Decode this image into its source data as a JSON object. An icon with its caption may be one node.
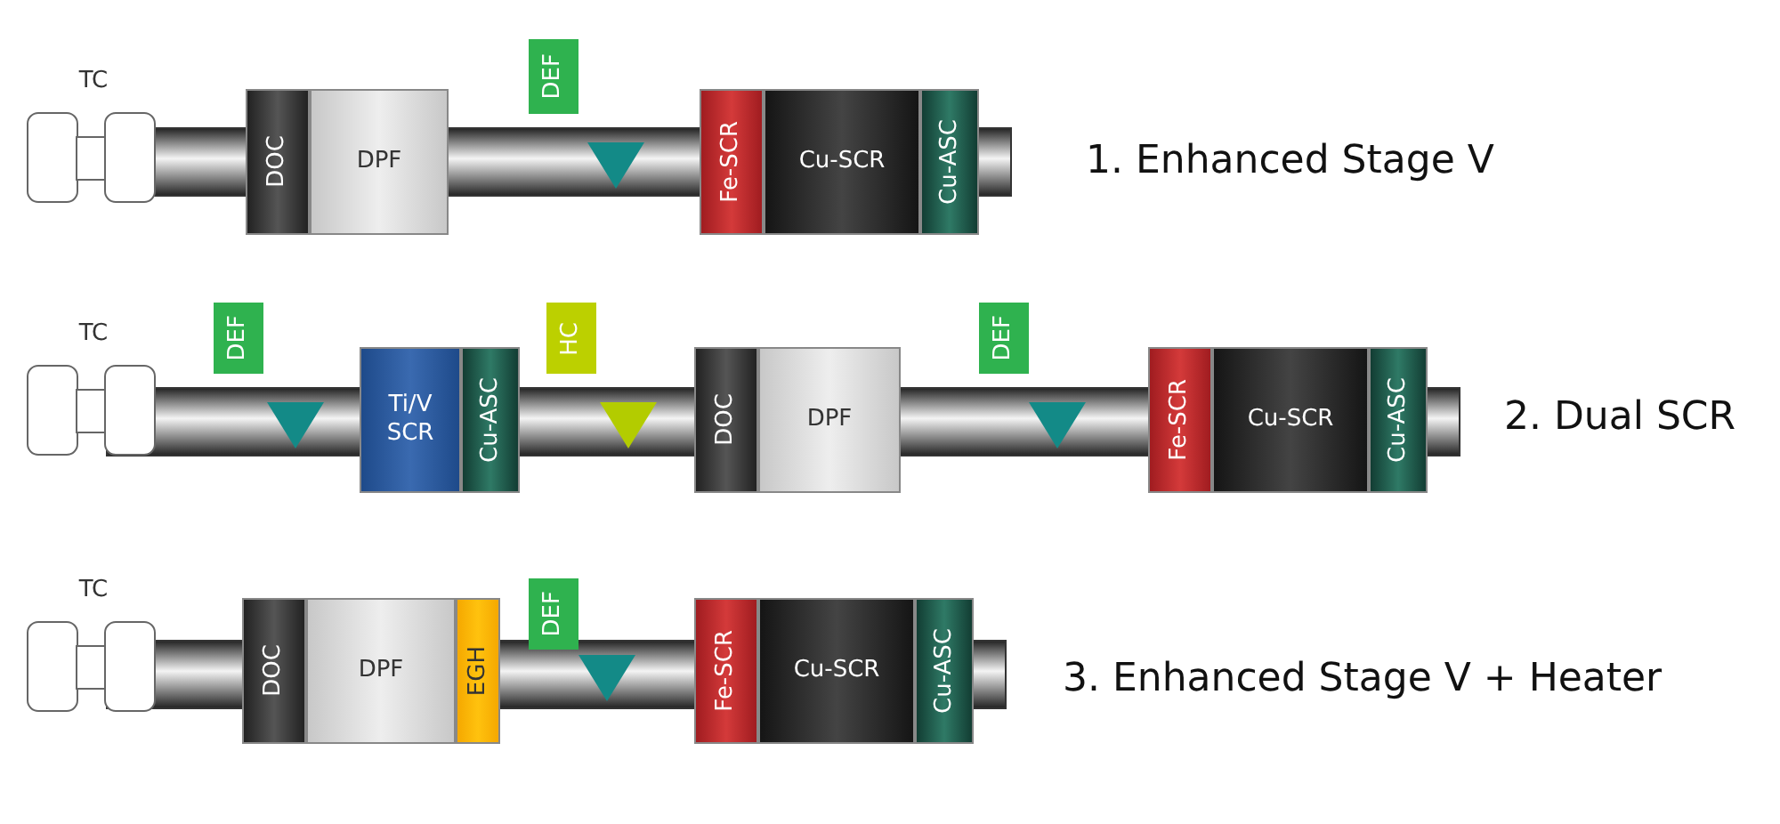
{
  "diagram": {
    "nodes": [
      {
        "text": [
          "TC"
        ]
      },
      {
        "text": [
          "DEF"
        ]
      },
      {
        "text": [
          "DOC"
        ]
      },
      {
        "text": [
          "DPF"
        ]
      },
      {
        "text": [
          "Fe-SCR"
        ]
      },
      {
        "text": [
          "Cu-SCR"
        ]
      },
      {
        "text": [
          "Cu-ASC"
        ]
      },
      {
        "text": [
          "TC"
        ]
      },
      {
        "text": [
          "DEF"
        ]
      },
      {
        "text": [
          "Ti/V SCR"
        ]
      },
      {
        "text": [
          "Cu-ASC"
        ]
      },
      {
        "text": [
          "HC"
        ]
      },
      {
        "text": [
          "DOC"
        ]
      },
      {
        "text": [
          "DPF"
        ]
      },
      {
        "text": [
          "DEF"
        ]
      },
      {
        "text": [
          "Fe-SCR"
        ]
      },
      {
        "text": [
          "Cu-SCR"
        ]
      },
      {
        "text": [
          "Cu-ASC"
        ]
      },
      {
        "text": [
          "TC"
        ]
      },
      {
        "text": [
          "DEF"
        ]
      },
      {
        "text": [
          "DOC"
        ]
      },
      {
        "text": [
          "DPF"
        ]
      },
      {
        "text": [
          "EGH"
        ]
      },
      {
        "text": [
          "Fe-SCR"
        ]
      },
      {
        "text": [
          "Cu-SCR"
        ]
      },
      {
        "text": [
          "Cu-ASC"
        ]
      }
    ],
    "labels": [
      "1. Enhanced Stage V",
      "2. Dual SCR",
      "3. Enhanced Stage V + Heater"
    ]
  }
}
